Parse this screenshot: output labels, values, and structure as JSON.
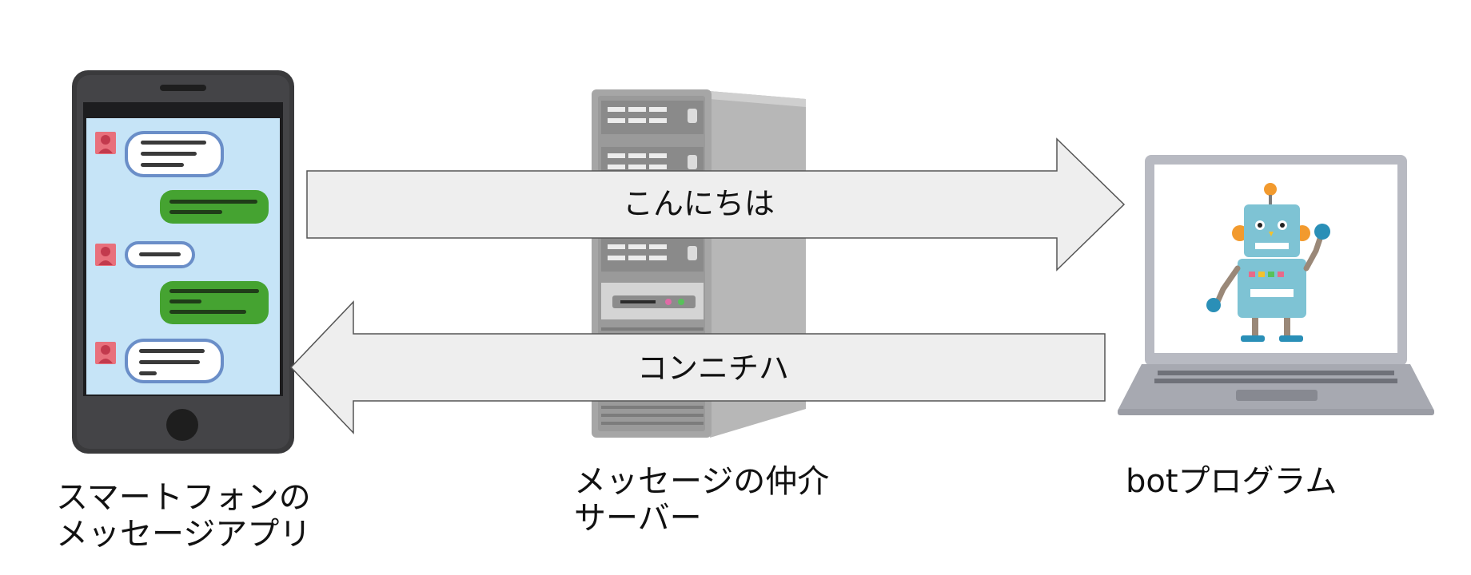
{
  "captions": {
    "phone_line1": "スマートフォンの",
    "phone_line2": "メッセージアプリ",
    "server_line1": "メッセージの仲介",
    "server_line2": "サーバー",
    "bot": "botプログラム"
  },
  "arrows": {
    "to_bot_label": "こんにちは",
    "to_phone_label": "コンニチハ"
  },
  "colors": {
    "arrow_fill": "#eeeeee",
    "arrow_stroke": "#555555",
    "phone_body": "#3a3a3c",
    "phone_screen": "#c6e4f7",
    "bubble_green": "#45a331",
    "avatar_pink": "#e8707c",
    "server_gray": "#a6a6a6",
    "laptop_gray": "#b8bac2",
    "robot_blue": "#7ec3d4",
    "robot_orange": "#f29a2e"
  },
  "icons": [
    "smartphone-chat-icon",
    "server-tower-icon",
    "laptop-robot-icon"
  ]
}
